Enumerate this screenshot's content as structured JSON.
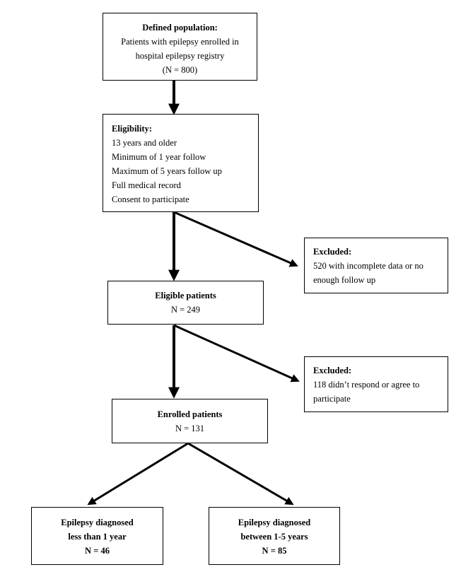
{
  "defined_population": {
    "title": "Defined population:",
    "lines": [
      "Patients with epilepsy enrolled in",
      "hospital epilepsy registry",
      "(N = 800)"
    ]
  },
  "eligibility": {
    "title": "Eligibility:",
    "lines": [
      "13 years and older",
      "Minimum of 1 year follow",
      "Maximum of 5 years follow up",
      "Full medical record",
      "Consent to participate"
    ]
  },
  "excluded_1": {
    "title": "Excluded:",
    "lines": [
      "520 with incomplete data or no",
      "enough follow up"
    ]
  },
  "eligible_patients": {
    "title": "Eligible patients",
    "count": "N = 249"
  },
  "excluded_2": {
    "title": "Excluded:",
    "lines": [
      "118 didn’t respond or agree to",
      "participate"
    ]
  },
  "enrolled_patients": {
    "title": "Enrolled patients",
    "count": "N = 131"
  },
  "group_less_1yr": {
    "lines": [
      "Epilepsy diagnosed",
      "less than 1 year"
    ],
    "count": "N = 46"
  },
  "group_1_5yr": {
    "lines": [
      "Epilepsy diagnosed",
      "between 1-5 years"
    ],
    "count": "N = 85"
  }
}
